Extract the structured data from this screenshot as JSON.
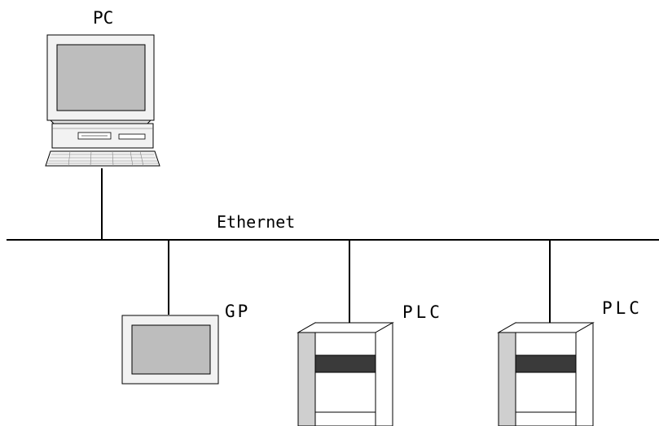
{
  "diagram": {
    "pc_label": "PC",
    "network_label": "Ethernet",
    "gp_label": "GP",
    "plc1_label": "PLC",
    "plc2_label": "PLC"
  },
  "colors": {
    "line": "#000000",
    "device_body": "#f2f2f2",
    "screen": "#bdbdbd",
    "plc_side": "#cfcfcf",
    "plc_band": "#3a3a3a"
  }
}
